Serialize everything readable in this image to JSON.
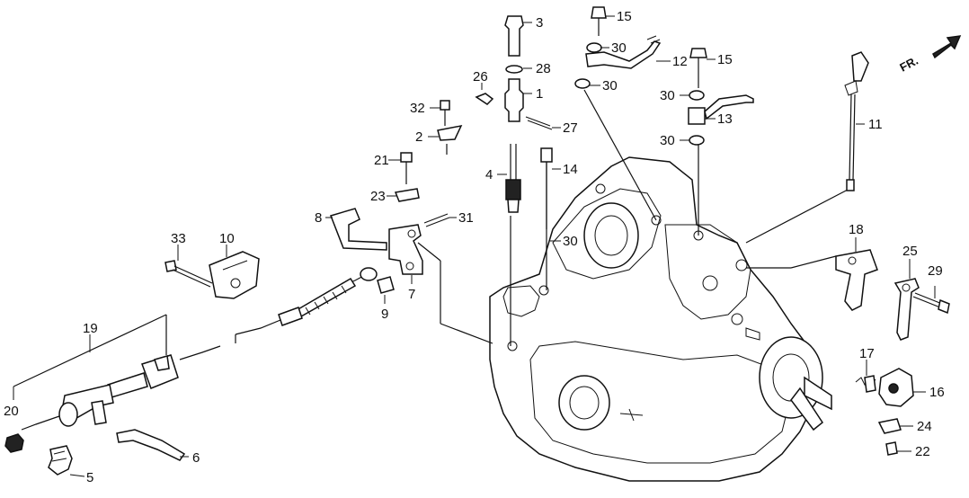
{
  "direction_label": "FR.",
  "callouts": [
    "1",
    "2",
    "3",
    "4",
    "5",
    "6",
    "7",
    "8",
    "9",
    "10",
    "11",
    "12",
    "13",
    "14",
    "15",
    "16",
    "17",
    "18",
    "19",
    "20",
    "21",
    "22",
    "23",
    "24",
    "25",
    "26",
    "27",
    "28",
    "29",
    "30",
    "31",
    "32",
    "33"
  ],
  "repeated_callouts": {
    "bolt_15_upper": "15",
    "bolt_15_right": "15",
    "washer_30_a": "30",
    "washer_30_b": "30",
    "washer_30_c": "30",
    "washer_30_d": "30",
    "washer_30_e": "30"
  }
}
